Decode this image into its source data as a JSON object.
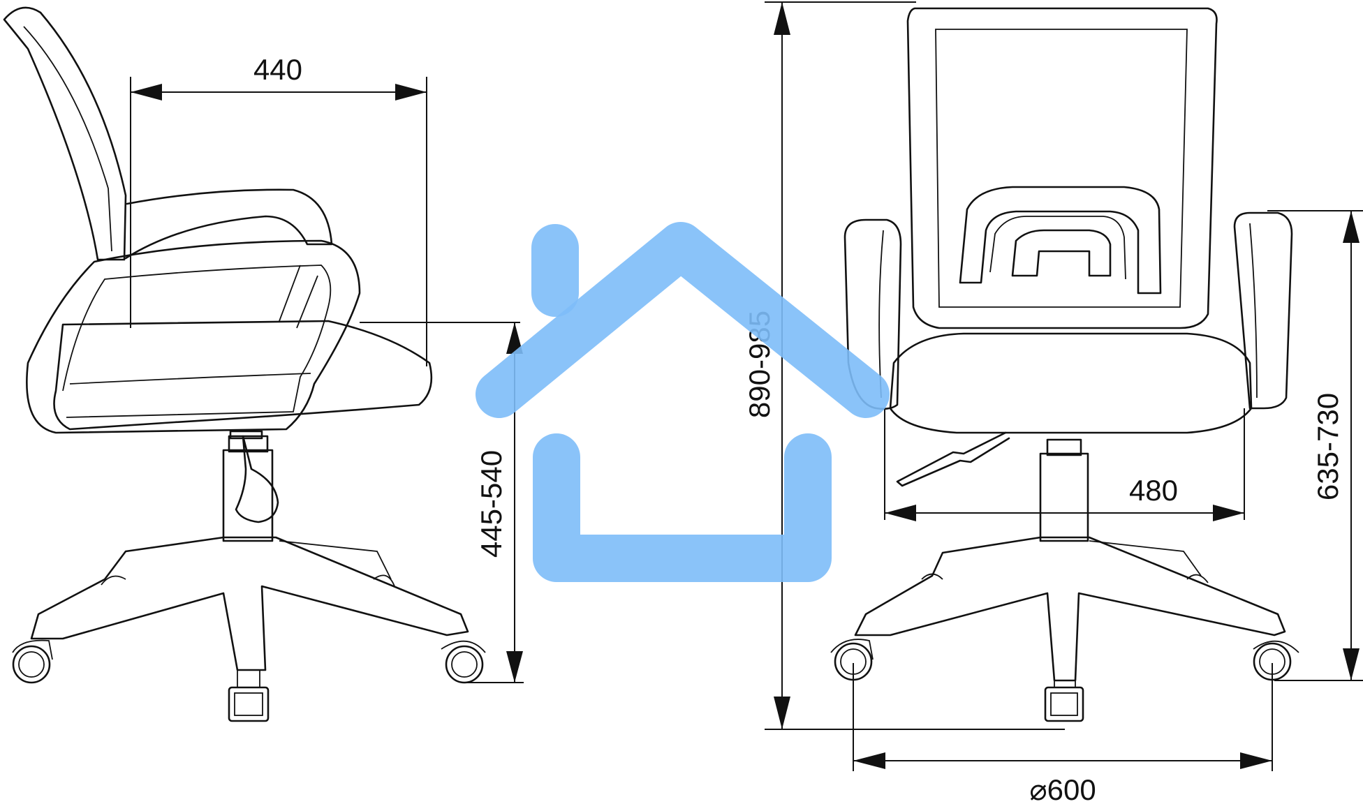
{
  "dimensions": {
    "side_depth": "440",
    "seat_height": "445-540",
    "total_height": "890-985",
    "seat_width": "480",
    "armrest_height": "635-730",
    "base_diameter_symbol": "⌀",
    "base_diameter": "600"
  },
  "watermark": {
    "icon": "house-icon",
    "color": "#7dbdf8"
  }
}
